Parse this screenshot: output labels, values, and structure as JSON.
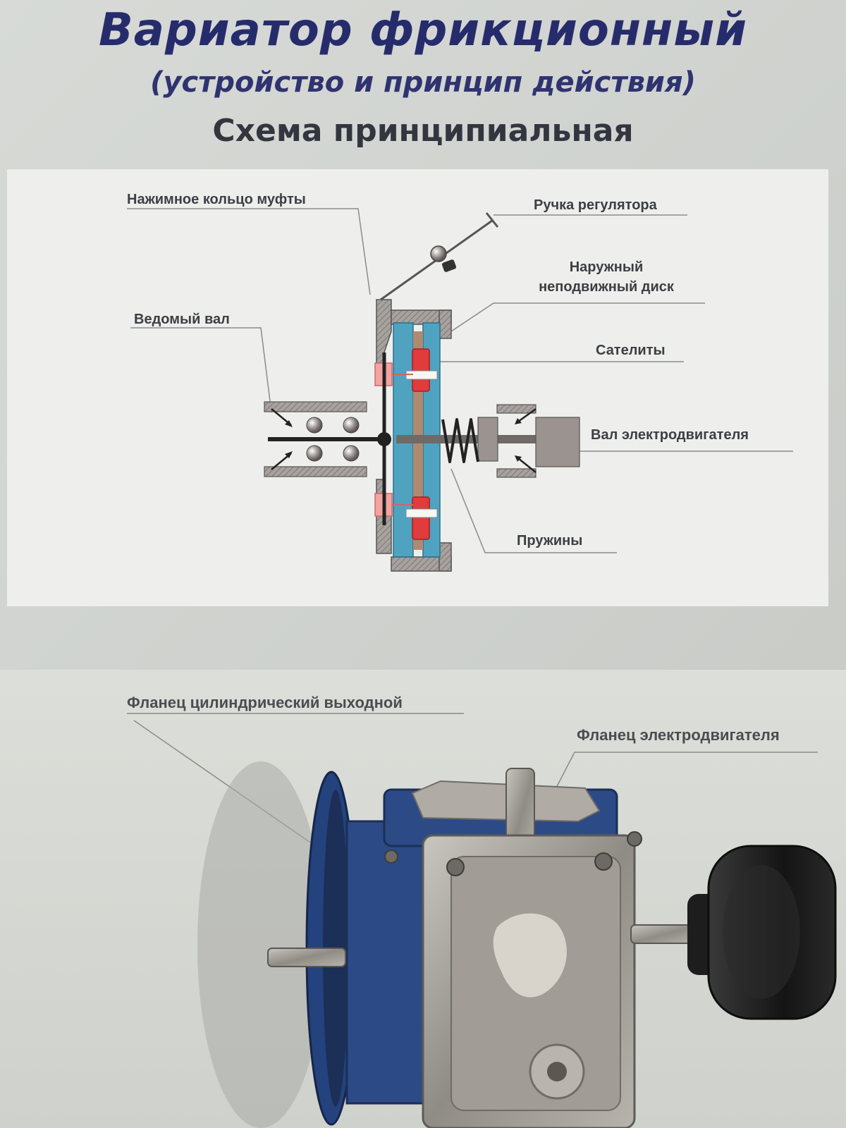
{
  "header": {
    "title": "Вариатор фрикционный",
    "subtitle": "(устройство и принцип действия)",
    "scheme_heading": "Схема принципиальная"
  },
  "diagram": {
    "labels": {
      "clutch_ring": "Нажимное кольцо муфты",
      "regulator_handle": "Ручка регулятора",
      "outer_disc_line1": "Наружный",
      "outer_disc_line2": "неподвижный диск",
      "driven_shaft": "Ведомый вал",
      "satellites": "Сателиты",
      "motor_shaft": "Вал электродвигателя",
      "springs": "Пружины"
    }
  },
  "photo": {
    "labels": {
      "output_flange": "Фланец цилиндрический выходной",
      "motor_flange": "Фланец электродвигателя"
    }
  },
  "colors": {
    "title": "#262c6b",
    "disc_blue": "#4fa3c0",
    "satellite_red": "#e23b3b",
    "pad_tan": "#b08a70",
    "pink_pad": "#f3a3a3",
    "gray_part": "#9a9390",
    "housing_blue": "#2c4a86"
  }
}
